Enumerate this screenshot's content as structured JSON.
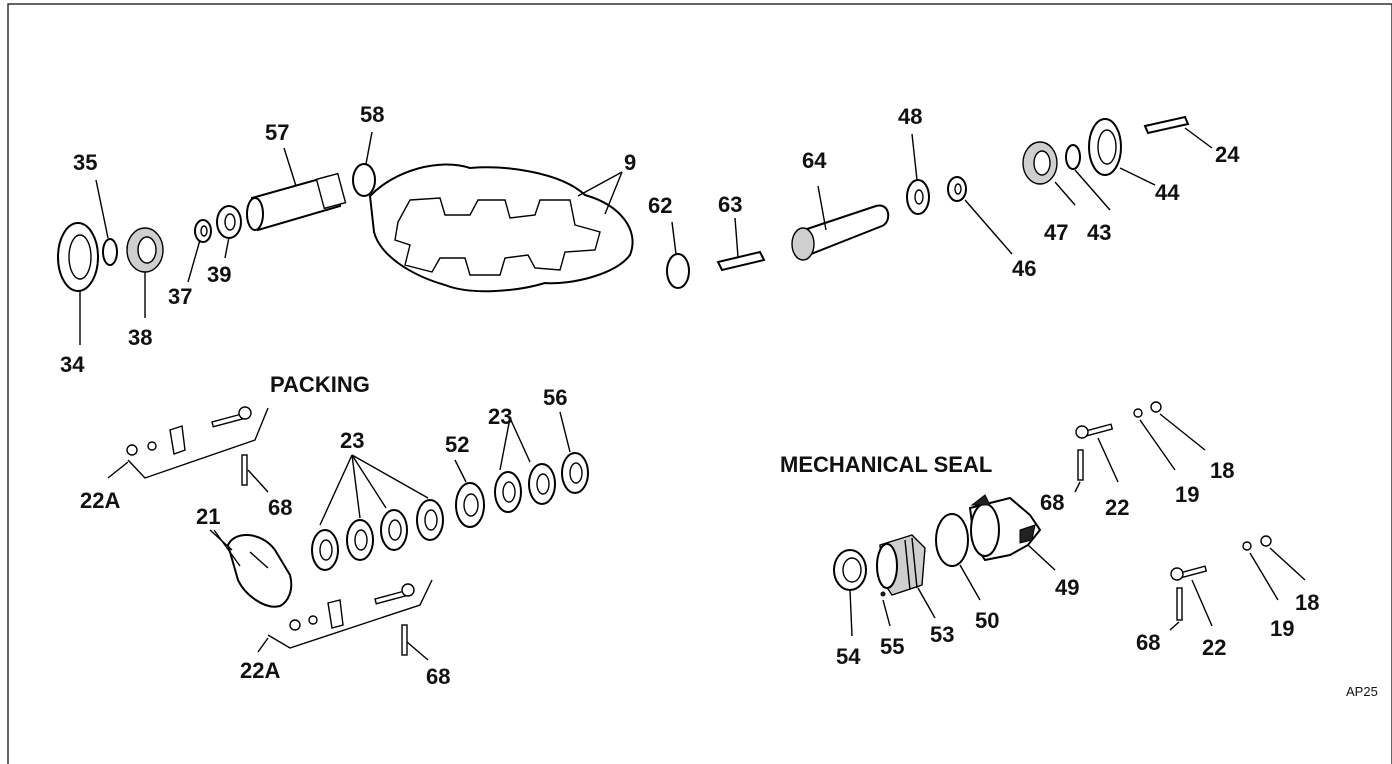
{
  "figure_code": "AP25",
  "sections": {
    "packing": "PACKING",
    "mechanical_seal": "MECHANICAL SEAL"
  },
  "labels": {
    "p9": "9",
    "p18a": "18",
    "p18b": "18",
    "p19a": "19",
    "p19b": "19",
    "p21": "21",
    "p22a": "22",
    "p22b": "22",
    "p22A_top": "22A",
    "p22A_bottom": "22A",
    "p23_left": "23",
    "p23_right": "23",
    "p24": "24",
    "p34": "34",
    "p35": "35",
    "p37": "37",
    "p38": "38",
    "p39": "39",
    "p43": "43",
    "p44": "44",
    "p46": "46",
    "p47": "47",
    "p48": "48",
    "p49": "49",
    "p50": "50",
    "p52": "52",
    "p53": "53",
    "p54": "54",
    "p55": "55",
    "p56": "56",
    "p57": "57",
    "p58": "58",
    "p62": "62",
    "p63": "63",
    "p64": "64",
    "p68a": "68",
    "p68b": "68",
    "p68c": "68",
    "p68d": "68"
  }
}
